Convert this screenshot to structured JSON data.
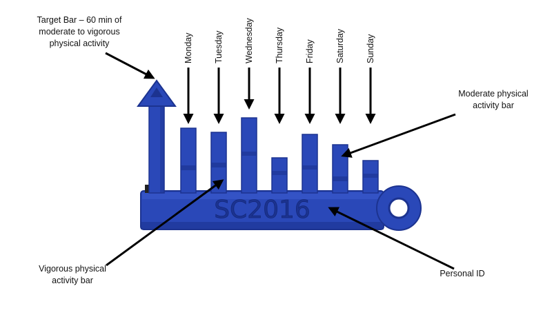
{
  "annotations": {
    "target_bar": "Target Bar – 60 min of moderate to vigorous physical activity",
    "target_bar_lines": [
      "Target Bar – 60 min of",
      "moderate to vigorous",
      "physical activity"
    ],
    "moderate_bar_lines": [
      "Moderate physical",
      "activity bar"
    ],
    "vigorous_bar_lines": [
      "Vigorous physical",
      "activity bar"
    ],
    "personal_id": "Personal ID"
  },
  "days": [
    "Monday",
    "Tuesday",
    "Wednesday",
    "Thursday",
    "Friday",
    "Saturday",
    "Sunday"
  ],
  "device": {
    "personal_id_text": "SC2016",
    "color": "#2a48b8",
    "color_dark": "#1c3390",
    "color_light": "#3c5cd0"
  }
}
